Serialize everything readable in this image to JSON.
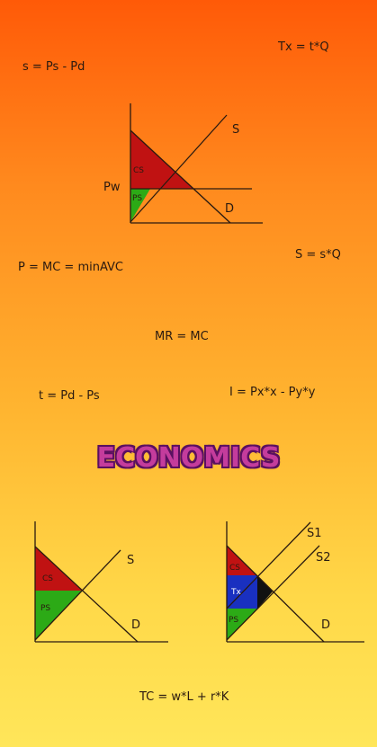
{
  "equations": {
    "e1": "s = Ps - Pd",
    "e2": "Tx = t*Q",
    "e3": "P = MC = minAVC",
    "e4": "S = s*Q",
    "e5": "MR = MC",
    "e6": "t = Pd - Ps",
    "e7": "I = Px*x - Py*y",
    "e8": "TC = w*L + r*K"
  },
  "title": "ECONOMICS",
  "graph1": {
    "pw": "Pw",
    "s": "S",
    "d": "D",
    "cs": "CS",
    "ps": "PS"
  },
  "graph2": {
    "s": "S",
    "d": "D",
    "cs": "CS",
    "ps": "PS"
  },
  "graph3": {
    "s1": "S1",
    "s2": "S2",
    "d": "D",
    "cs": "CS",
    "tx": "Tx",
    "ps": "PS"
  },
  "colors": {
    "cs": "#c01212",
    "ps": "#2caa16",
    "tx": "#1930c0",
    "dwl": "#111111",
    "title": "#c43c9c"
  }
}
